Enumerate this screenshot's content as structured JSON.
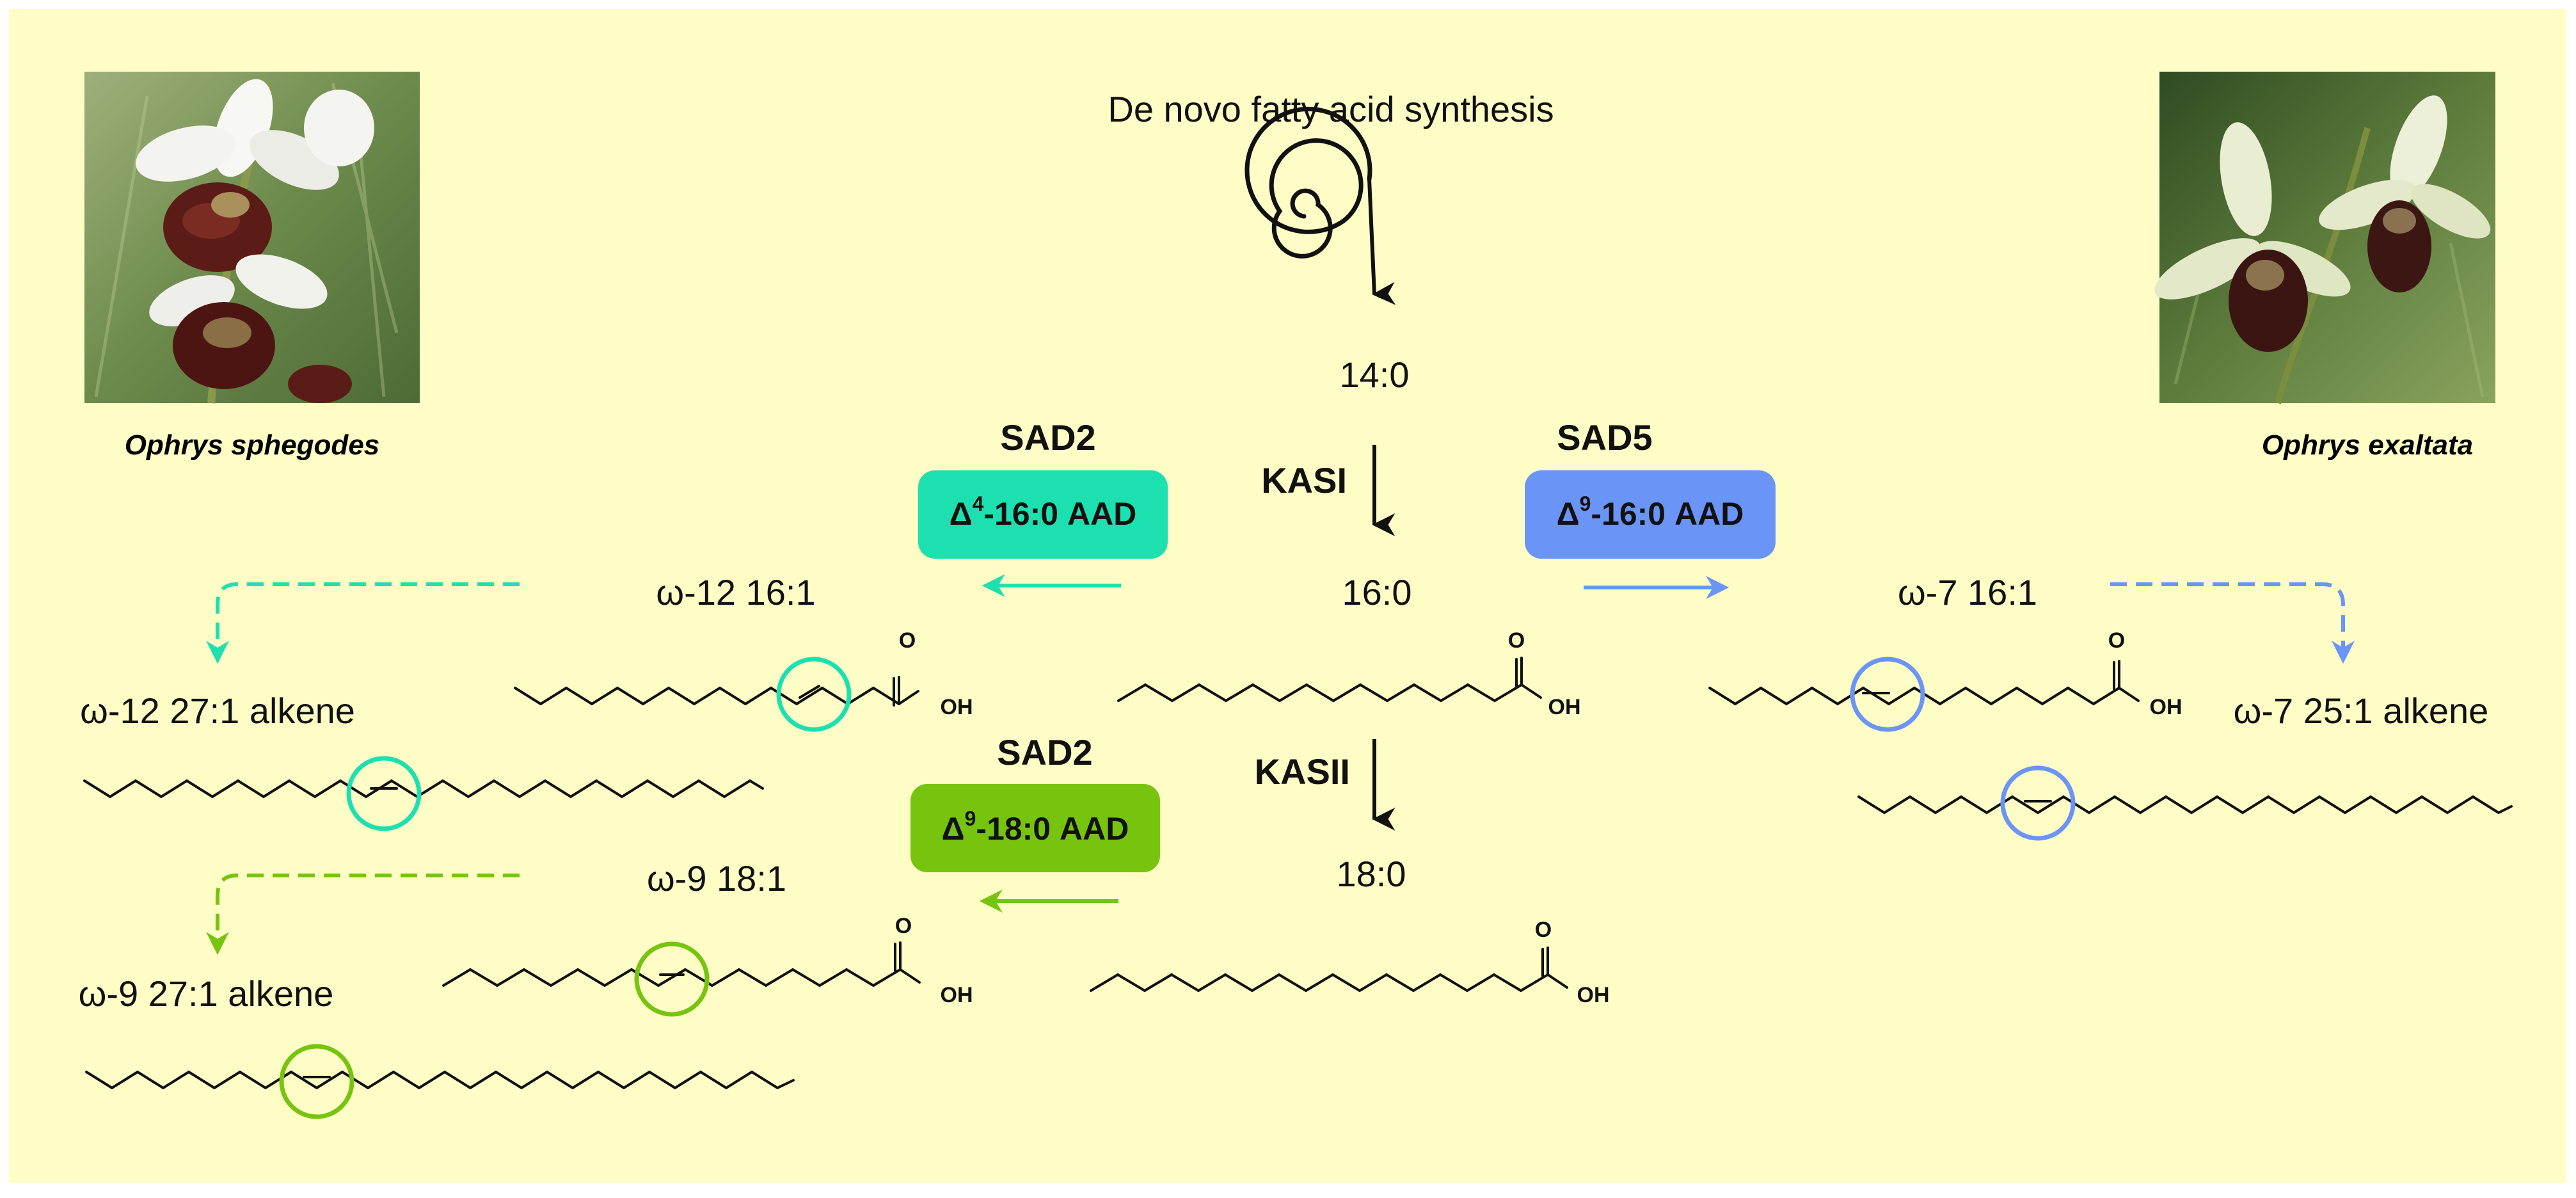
{
  "title": "De novo fatty acid synthesis",
  "species": {
    "left": "Ophrys sphegodes",
    "right": "Ophrys exaltata"
  },
  "colors": {
    "background": "#fffdc6",
    "sad2_delta4": "#1de0b0",
    "sad2_delta9": "#77c40e",
    "sad5": "#6a94f5",
    "black": "#111111"
  },
  "main_chain": {
    "c14": "14:0",
    "kas1": "KASI",
    "c16": "16:0",
    "kas2": "KASII",
    "c18": "18:0"
  },
  "enzymes": {
    "sad2_top": {
      "name": "SAD2",
      "delta": "Δ",
      "sup": "4",
      "rest": "-16:0 AAD"
    },
    "sad2_bottom": {
      "name": "SAD2",
      "delta": "Δ",
      "sup": "9",
      "rest": "-18:0 AAD"
    },
    "sad5": {
      "name": "SAD5",
      "delta": "Δ",
      "sup": "9",
      "rest": "-16:0 AAD"
    }
  },
  "products": {
    "w12_acid": "ω-12 16:1",
    "w12_alkene": "ω-12 27:1 alkene",
    "w9_acid": "ω-9 18:1",
    "w9_alkene": "ω-9 27:1 alkene",
    "w7_acid": "ω-7 16:1",
    "w7_alkene": "ω-7 25:1 alkene"
  },
  "atoms": {
    "o": "O",
    "oh": "OH"
  },
  "icons": [
    "spiral-icon",
    "orchid-photo-left",
    "orchid-photo-right"
  ]
}
